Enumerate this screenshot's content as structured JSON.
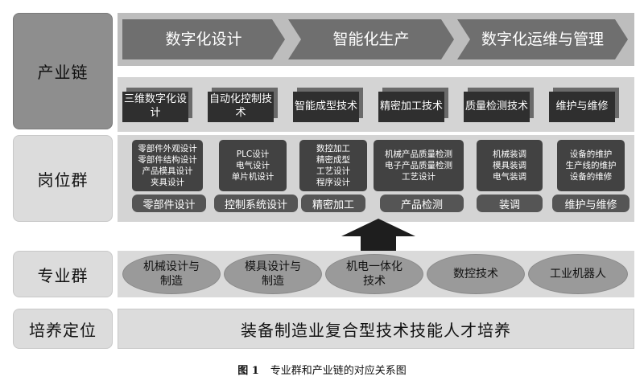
{
  "rows": {
    "chain_label": "产业链",
    "jobs_label": "岗位群",
    "majors_label": "专业群",
    "goal_label": "培养定位"
  },
  "chain_stages": [
    "数字化设计",
    "智能化生产",
    "数字化运维与管理"
  ],
  "tech_boxes": [
    "三维数字化设计",
    "自动化控制技术",
    "智能成型技术",
    "精密加工技术",
    "质量检测技术",
    "维护与维修"
  ],
  "job_groups": [
    {
      "items": [
        "零部件外观设计",
        "零部件结构设计",
        "产品模具设计",
        "夹具设计"
      ],
      "name": "零部件设计"
    },
    {
      "items": [
        "PLC设计",
        "电气设计",
        "单片机设计"
      ],
      "name": "控制系统设计"
    },
    {
      "items": [
        "数控加工",
        "精密成型",
        "工艺设计",
        "程序设计"
      ],
      "name": "精密加工"
    },
    {
      "items": [
        "机械产品质量检测",
        "电子产品质量检测",
        "工艺设计"
      ],
      "name": "产品检测"
    },
    {
      "items": [
        "机械装调",
        "模具装调",
        "电气装调"
      ],
      "name": "装调"
    },
    {
      "items": [
        "设备的维护",
        "生产线的维护",
        "设备的维修"
      ],
      "name": "维护与维修"
    }
  ],
  "majors": [
    "机械设计与制造",
    "模具设计与制造",
    "机电一体化技术",
    "数控技术",
    "工业机器人"
  ],
  "goal": "装备制造业复合型技术技能人才培养",
  "caption": {
    "figure_no": "图 1",
    "text": "专业群和产业链的对应关系图"
  },
  "colors": {
    "chevron": "#6f6f6f",
    "box": "#2f2f2f",
    "card": "#424242",
    "ellipse": "#9a9a9a",
    "band": "#d4d4d4"
  }
}
